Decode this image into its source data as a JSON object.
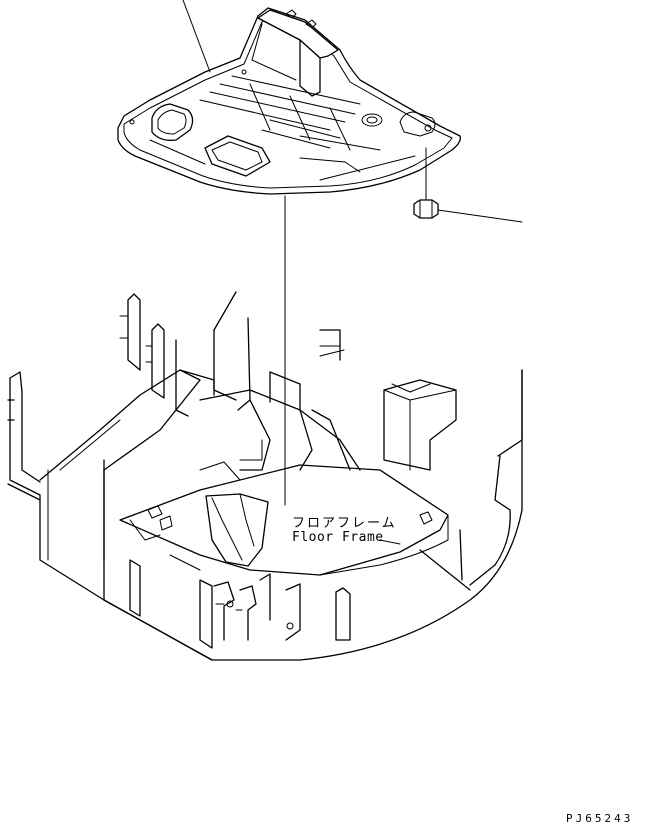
{
  "labels": {
    "floor_frame_jp": "フロアフレーム",
    "floor_frame_en": "Floor Frame"
  },
  "drawing_code": "PJ65243",
  "colors": {
    "line": "#000000",
    "background": "#ffffff"
  }
}
